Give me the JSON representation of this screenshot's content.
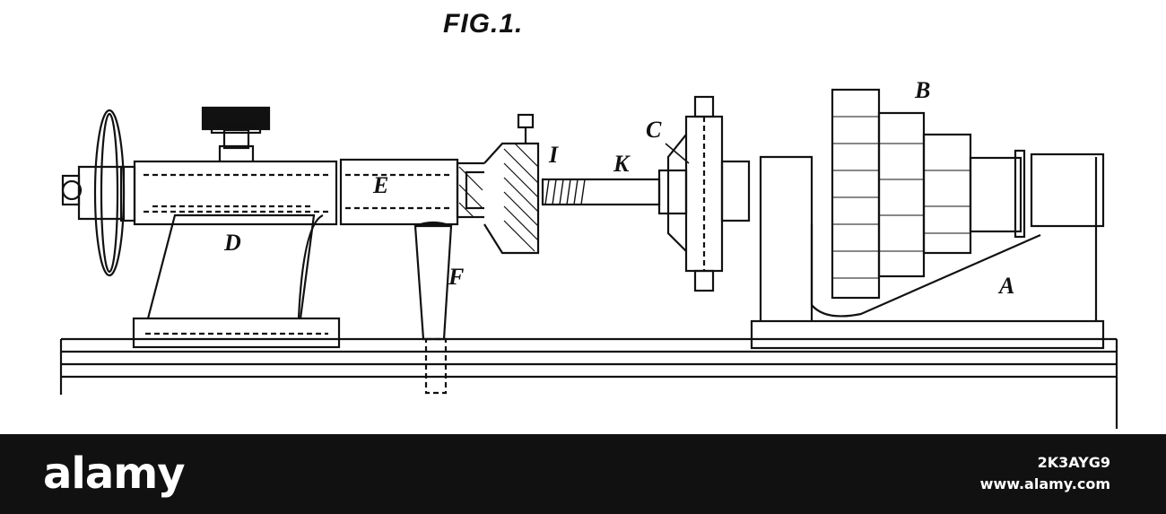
{
  "figure": {
    "title": "FIG.1.",
    "labels": {
      "A": "A",
      "B": "B",
      "C": "C",
      "D": "D",
      "E": "E",
      "F": "F",
      "I": "I",
      "K": "K"
    }
  },
  "footer": {
    "brand": "alamy",
    "image_id": "2K3AYG9",
    "url": "www.alamy.com"
  },
  "colors": {
    "ink": "#111111",
    "paper": "#ffffff",
    "footer_bg": "#111111"
  }
}
